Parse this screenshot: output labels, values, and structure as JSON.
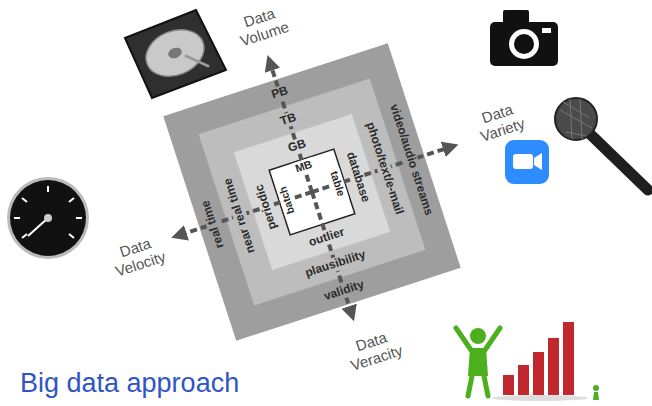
{
  "diagram": {
    "title": "Big data approach",
    "nodes": [
      {
        "text": [
          "PB",
          "video/audio streams",
          "validity",
          "real time"
        ]
      },
      {
        "text": [
          "TB",
          "photo/text/e-mail",
          "plausibility",
          "near real time"
        ],
        "in": 0
      },
      {
        "text": [
          "GB",
          "database",
          "outlier",
          "periodic"
        ],
        "in": 1
      },
      {
        "text": [
          "MB",
          "table",
          "batch"
        ],
        "in": 2
      }
    ],
    "labels": [
      "Data Volume",
      "Data Variety",
      "Data Velocity",
      "Data Veracity"
    ]
  }
}
